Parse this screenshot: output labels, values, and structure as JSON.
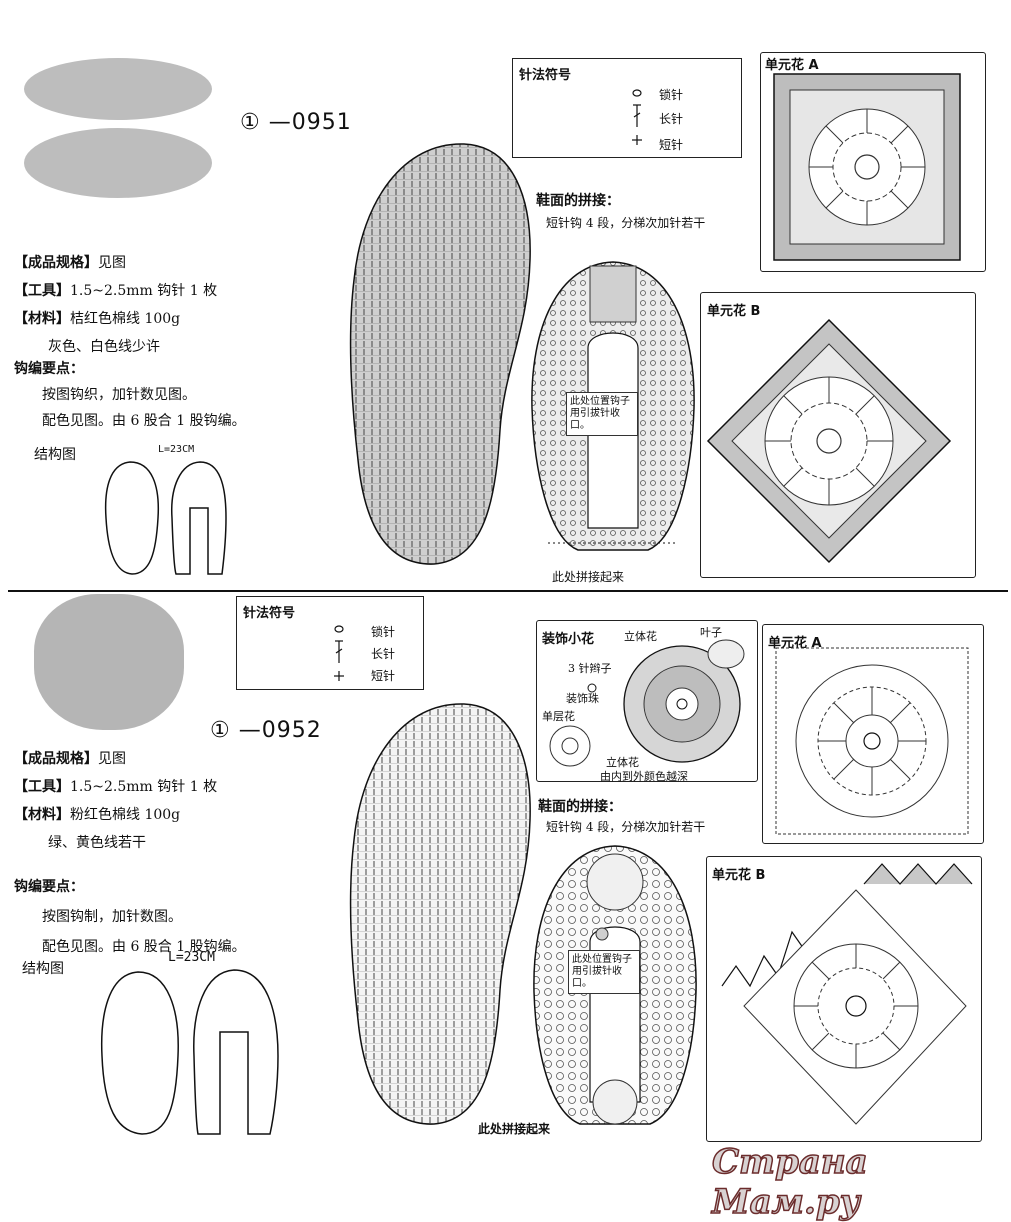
{
  "pattern1": {
    "code_number": "①",
    "code": "—0951",
    "specs": {
      "size_label": "【成品规格】",
      "size_value": "见图",
      "tools_label": "【工具】",
      "tools_value": "1.5~2.5mm 钩针 1 枚",
      "material_label": "【材料】",
      "material_value": "桔红色棉线 100g",
      "material_extra": "灰色、白色线少许",
      "notes_label": "钩编要点：",
      "note1": "按图钩织，加针数见图。",
      "note2": "配色见图。由 6 股合 1 股钩编。",
      "structure_label": "结构图",
      "length": "L=23CM"
    },
    "legend": {
      "title": "针法符号",
      "chain": "锁针",
      "double": "长针",
      "single": "短针"
    },
    "join": {
      "title": "鞋面的拼接：",
      "desc": "短针钩 4 段，分梯次加针若干",
      "center_note": "此处位置钩子用引拔针收口。",
      "bottom_note": "此处拼接起来"
    },
    "motif_a": "单元花 A",
    "motif_b": "单元花 B"
  },
  "pattern2": {
    "code_number": "①",
    "code": "—0952",
    "specs": {
      "size_label": "【成品规格】",
      "size_value": "见图",
      "tools_label": "【工具】",
      "tools_value": "1.5~2.5mm 钩针 1 枚",
      "material_label": "【材料】",
      "material_value": "粉红色棉线 100g",
      "material_extra": "绿、黄色线若干",
      "notes_label": "钩编要点：",
      "note1": "按图钩制，加针数图。",
      "note2": "配色见图。由 6 股合 1 股钩编。",
      "structure_label": "结构图",
      "length": "L=23CM"
    },
    "legend": {
      "title": "针法符号",
      "chain": "锁针",
      "double": "长针",
      "single": "短针"
    },
    "deco": {
      "title": "装饰小花",
      "standing": "立体花",
      "leaf": "叶子",
      "braid": "3 针辫子",
      "bead": "装饰珠",
      "single_layer": "单层花",
      "standing2": "立体花",
      "gradient": "由内到外颜色越深"
    },
    "join": {
      "title": "鞋面的拼接：",
      "desc": "短针钩 4 段，分梯次加针若干",
      "center_note": "此处位置钩子用引拔针收口。",
      "bottom_note": "此处拼接起来"
    },
    "motif_a": "单元花 A",
    "motif_b": "单元花 B"
  },
  "watermark": "Страна Мам.ру",
  "colors": {
    "ink": "#111111",
    "paper": "#ffffff",
    "gray_fill": "#c8c8c8",
    "watermark_outline": "#6b2c2c"
  }
}
